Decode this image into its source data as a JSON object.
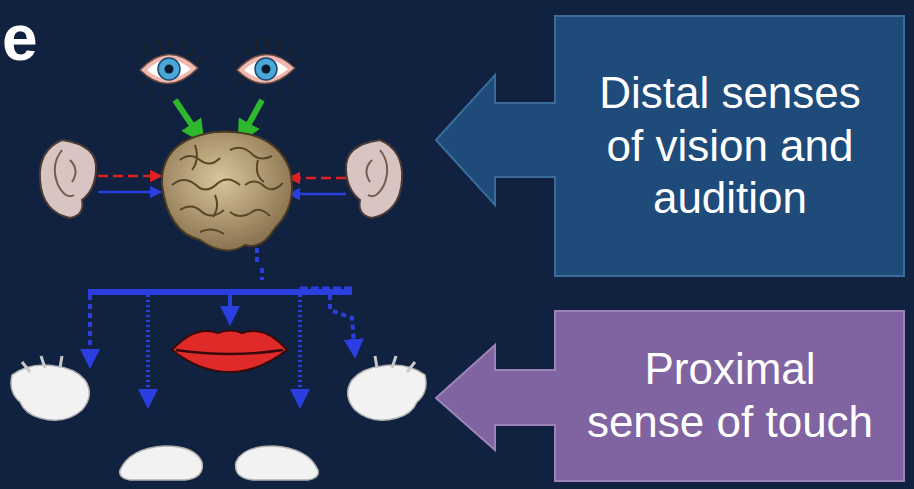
{
  "diagram": {
    "nodes": [
      {
        "text": [
          "Distal senses of vision and audition"
        ]
      },
      {
        "text": [
          "Proximal sense of touch"
        ]
      }
    ],
    "labels": [
      "e"
    ]
  }
}
